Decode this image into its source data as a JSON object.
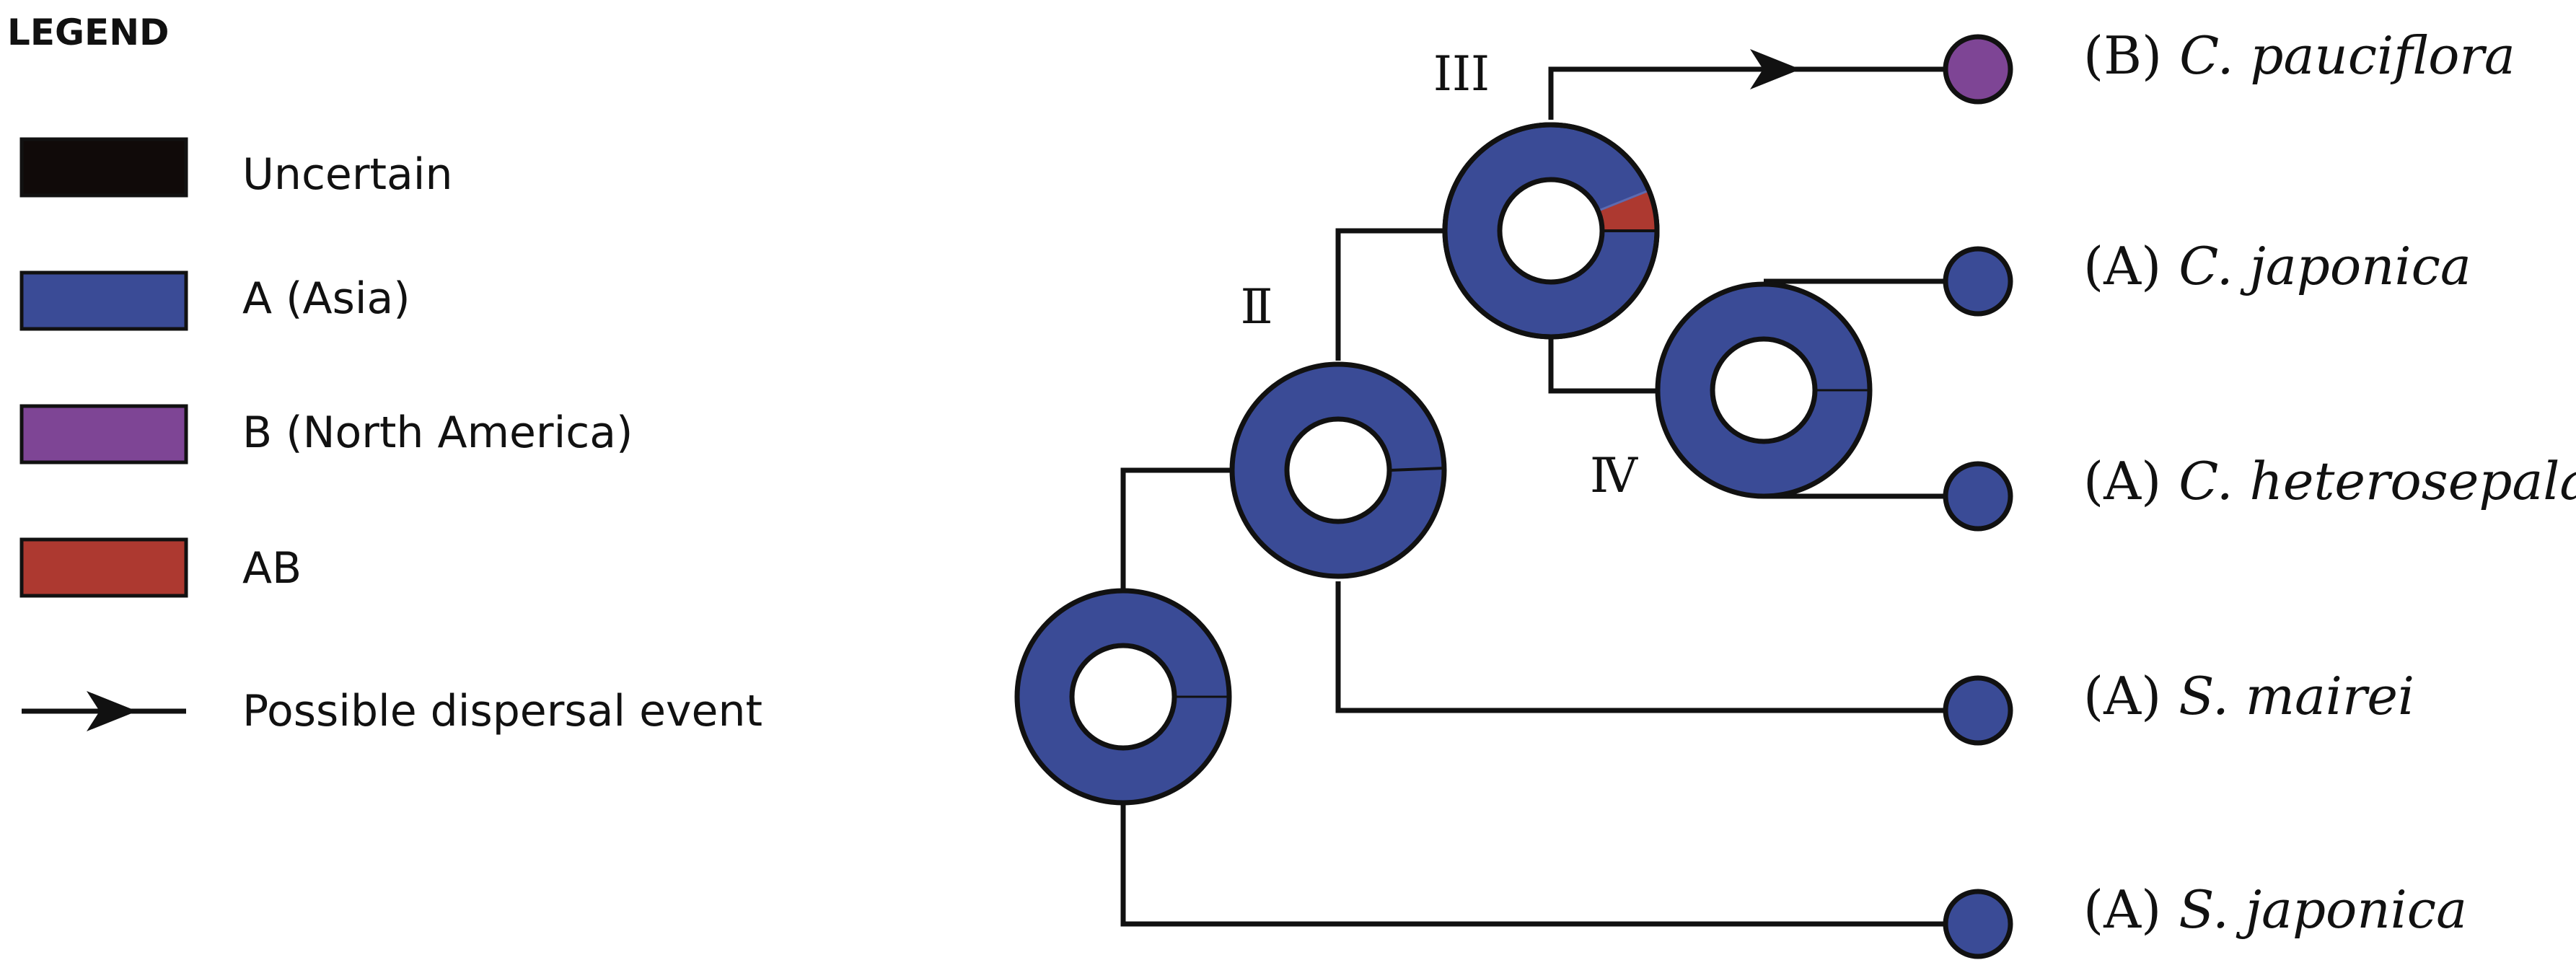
{
  "legend": {
    "title": "LEGEND",
    "items": [
      {
        "label": "Uncertain",
        "color": "#100a09",
        "kind": "swatch"
      },
      {
        "label": "A (Asia)",
        "color": "#3a4b96",
        "kind": "swatch"
      },
      {
        "label": "B (North America)",
        "color": "#7e4595",
        "kind": "swatch"
      },
      {
        "label": "AB",
        "color": "#ad3930",
        "kind": "swatch"
      },
      {
        "label": "Possible dispersal event",
        "color": "#111111",
        "kind": "arrow"
      }
    ]
  },
  "nodes": [
    {
      "id": "root",
      "label": "",
      "composition": {
        "A": 1.0
      }
    },
    {
      "id": "II",
      "label": "Ⅱ",
      "composition": {
        "A": 1.0
      }
    },
    {
      "id": "III",
      "label": "III",
      "composition": {
        "A": 0.94,
        "AB": 0.06
      }
    },
    {
      "id": "IV",
      "label": "Ⅳ",
      "composition": {
        "A": 1.0
      }
    }
  ],
  "tips": [
    {
      "area": "(B)",
      "species": "C. pauciflora",
      "color": "#7e4595"
    },
    {
      "area": "(A)",
      "species": "C. japonica",
      "color": "#3a4b96"
    },
    {
      "area": "(A)",
      "species": "C. heterosepala",
      "color": "#3a4b96"
    },
    {
      "area": "(A)",
      "species": "S. mairei",
      "color": "#3a4b96"
    },
    {
      "area": "(A)",
      "species": "S. japonica",
      "color": "#3a4b96"
    }
  ],
  "colors": {
    "A": "#3a4b96",
    "AB": "#ad3930",
    "line": "#111111"
  }
}
